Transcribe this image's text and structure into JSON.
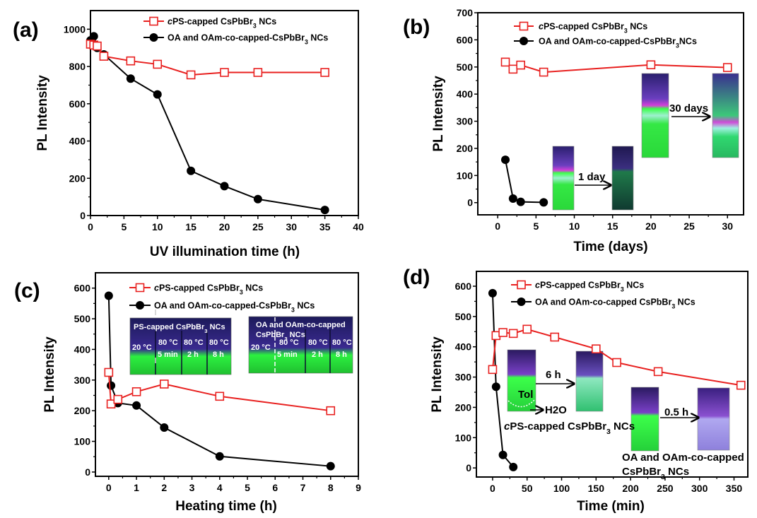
{
  "chart_data": [
    {
      "panel": "(a)",
      "type": "line",
      "xlabel": "UV illumination time (h)",
      "ylabel": "PL Intensity",
      "xlim": [
        0,
        40
      ],
      "ylim": [
        0,
        1100
      ],
      "xticks": [
        0,
        5,
        10,
        15,
        20,
        25,
        30,
        35,
        40
      ],
      "yticks": [
        0,
        200,
        400,
        600,
        800,
        1000
      ],
      "legend_position": "top-right",
      "series": [
        {
          "name": "cPS-capped CsPbBr3 NCs",
          "color": "#e8201f",
          "marker": "open-square",
          "x": [
            0,
            0.5,
            1,
            2,
            6,
            10,
            15,
            20,
            25,
            35
          ],
          "y": [
            920,
            915,
            910,
            855,
            830,
            812,
            755,
            768,
            768,
            768
          ]
        },
        {
          "name": "OA and OAm-co-capped-CsPbBr3 NCs",
          "color": "#000000",
          "marker": "filled-circle",
          "x": [
            0,
            0.5,
            1,
            2,
            6,
            10,
            15,
            20,
            25,
            35
          ],
          "y": [
            940,
            962,
            900,
            865,
            735,
            650,
            240,
            158,
            88,
            30
          ]
        }
      ],
      "annotations": []
    },
    {
      "panel": "(b)",
      "type": "line",
      "xlabel": "Time (days)",
      "ylabel": "PL Intensity",
      "xlim": [
        -2.6,
        32.1
      ],
      "ylim": [
        -45,
        700
      ],
      "xticks": [
        0,
        5,
        10,
        15,
        20,
        25,
        30
      ],
      "yticks": [
        0,
        100,
        200,
        300,
        400,
        500,
        600,
        700
      ],
      "legend_position": "top",
      "series": [
        {
          "name": "cPS-capped CsPbBr3 NCs",
          "color": "#e8201f",
          "marker": "open-square",
          "x": [
            1,
            2,
            3,
            6,
            20,
            30
          ],
          "y": [
            518,
            492,
            507,
            481,
            508,
            498
          ]
        },
        {
          "name": "OA and OAm-co-capped-CsPbBr3NCs",
          "color": "#000000",
          "marker": "filled-circle",
          "x": [
            1,
            2,
            3,
            6
          ],
          "y": [
            158,
            15,
            3,
            1
          ]
        }
      ],
      "annotations": [
        "1 day",
        "30 days"
      ]
    },
    {
      "panel": "(c)",
      "type": "line",
      "xlabel": "Heating time (h)",
      "ylabel": "PL Intensity",
      "xlim": [
        -0.48,
        9
      ],
      "ylim": [
        -14,
        650
      ],
      "xticks": [
        0,
        1,
        2,
        3,
        4,
        5,
        6,
        7,
        8,
        9
      ],
      "yticks": [
        0,
        100,
        200,
        300,
        400,
        500,
        600
      ],
      "legend_position": "top",
      "series": [
        {
          "name": "cPS-capped CsPbBr3 NCs",
          "color": "#e8201f",
          "marker": "open-square",
          "x": [
            0,
            0.083,
            0.33,
            1,
            2,
            4,
            8
          ],
          "y": [
            325,
            222,
            237,
            262,
            287,
            247,
            200
          ]
        },
        {
          "name": "OA and OAm-co-capped-CsPbBr3 NCs",
          "color": "#000000",
          "marker": "filled-circle",
          "x": [
            0,
            0.083,
            0.33,
            1,
            2,
            4,
            8
          ],
          "y": [
            575,
            282,
            225,
            217,
            145,
            51,
            19
          ]
        }
      ],
      "annotations": [
        "PS-capped CsPbBr3 NCs",
        "20 °C",
        "80 °C",
        "5 min",
        "80 °C",
        "2 h",
        "80 °C",
        "8 h",
        "OA and OAm-co-capped",
        "CsPbBr3 NCs",
        "20 °C",
        "80 °C",
        "5 min",
        "80 °C",
        "2 h",
        "80 °C",
        "8 h"
      ]
    },
    {
      "panel": "(d)",
      "type": "line",
      "xlabel": "Time (min)",
      "ylabel": "PL Intensity",
      "xlim": [
        -23.5,
        370
      ],
      "ylim": [
        -30,
        649
      ],
      "xticks": [
        0,
        50,
        100,
        150,
        200,
        250,
        300,
        350
      ],
      "yticks": [
        0,
        100,
        200,
        300,
        400,
        500,
        600
      ],
      "legend_position": "top",
      "series": [
        {
          "name": "cPS-capped CsPbBr3 NCs",
          "color": "#e8201f",
          "marker": "open-square",
          "x": [
            0,
            5,
            15,
            30,
            50,
            90,
            150,
            180,
            240,
            360
          ],
          "y": [
            325,
            437,
            447,
            444,
            458,
            432,
            393,
            348,
            318,
            273
          ]
        },
        {
          "name": "OA and OAm-co-capped CsPbBr3 NCs",
          "color": "#000000",
          "marker": "filled-circle",
          "x": [
            0,
            5,
            15,
            30
          ],
          "y": [
            577,
            268,
            43,
            3
          ]
        }
      ],
      "annotations": [
        "6 h",
        "Tol",
        "H2O",
        "cPS-capped CsPbBr3 NCs",
        "0.5 h",
        "OA and OAm-co-capped",
        "CsPbBr3 NCs"
      ]
    }
  ]
}
